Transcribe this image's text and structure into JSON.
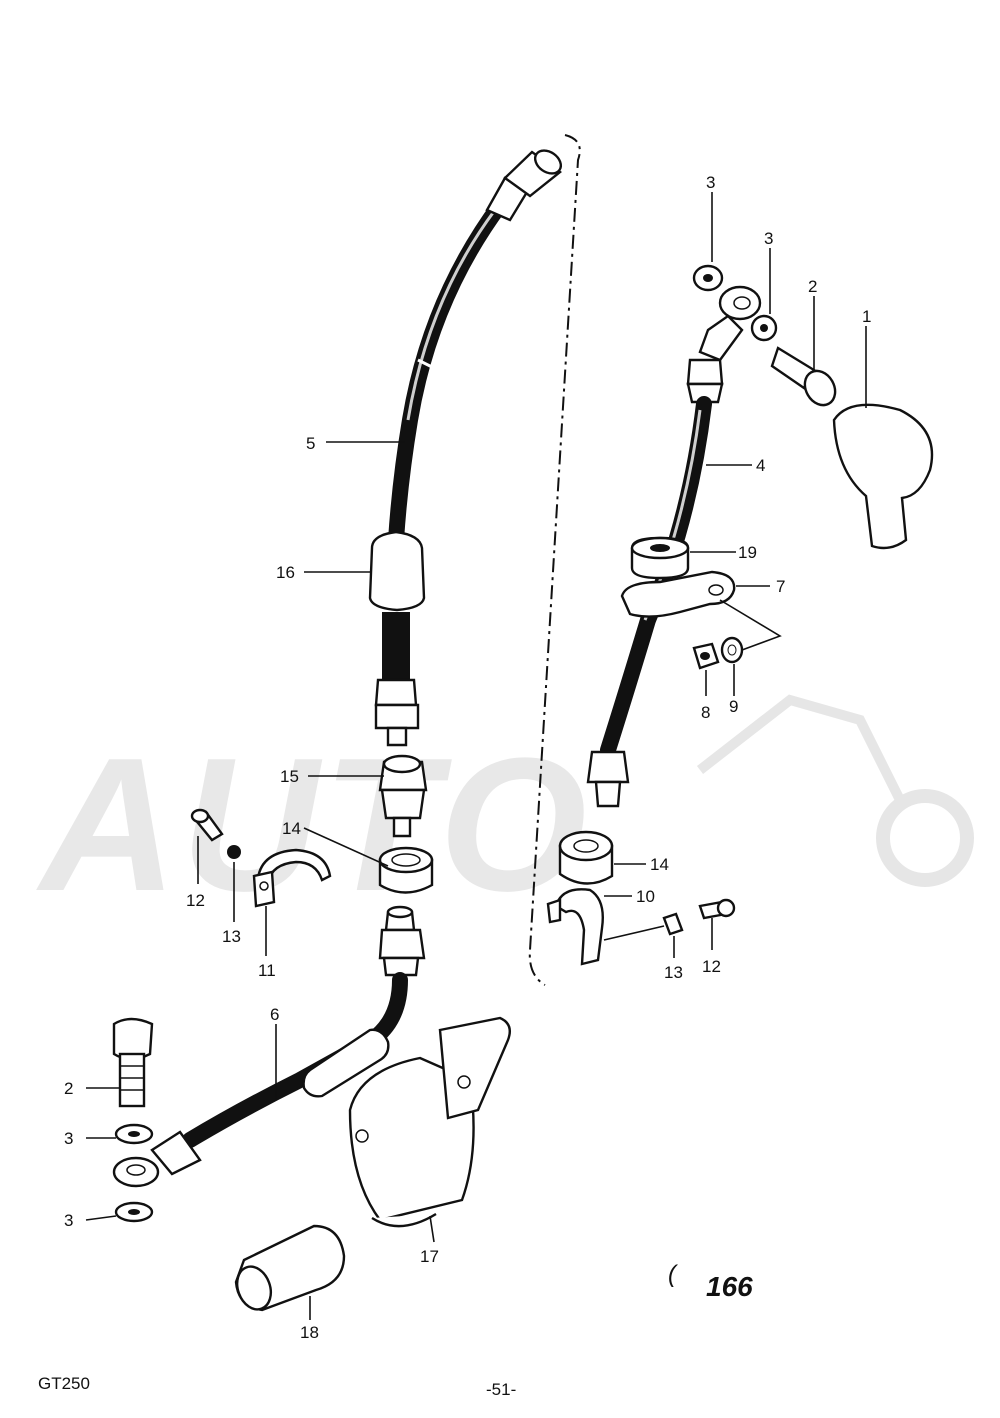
{
  "diagram": {
    "model_label": "GT250",
    "page_number": "-51-",
    "figure_number": "166",
    "figure_mark": "(",
    "callouts": [
      {
        "id": "c3a",
        "text": "3"
      },
      {
        "id": "c3b",
        "text": "3"
      },
      {
        "id": "c2a",
        "text": "2"
      },
      {
        "id": "c1",
        "text": "1"
      },
      {
        "id": "c4",
        "text": "4"
      },
      {
        "id": "c5",
        "text": "5"
      },
      {
        "id": "c16",
        "text": "16"
      },
      {
        "id": "c19",
        "text": "19"
      },
      {
        "id": "c7",
        "text": "7"
      },
      {
        "id": "c8",
        "text": "8"
      },
      {
        "id": "c9",
        "text": "9"
      },
      {
        "id": "c15",
        "text": "15"
      },
      {
        "id": "c14a",
        "text": "14"
      },
      {
        "id": "c14b",
        "text": "14"
      },
      {
        "id": "c12a",
        "text": "12"
      },
      {
        "id": "c13a",
        "text": "13"
      },
      {
        "id": "c11",
        "text": "11"
      },
      {
        "id": "c10",
        "text": "10"
      },
      {
        "id": "c13b",
        "text": "13"
      },
      {
        "id": "c12b",
        "text": "12"
      },
      {
        "id": "c6",
        "text": "6"
      },
      {
        "id": "c2b",
        "text": "2"
      },
      {
        "id": "c3c",
        "text": "3"
      },
      {
        "id": "c3d",
        "text": "3"
      },
      {
        "id": "c17",
        "text": "17"
      },
      {
        "id": "c18",
        "text": "18"
      }
    ]
  }
}
